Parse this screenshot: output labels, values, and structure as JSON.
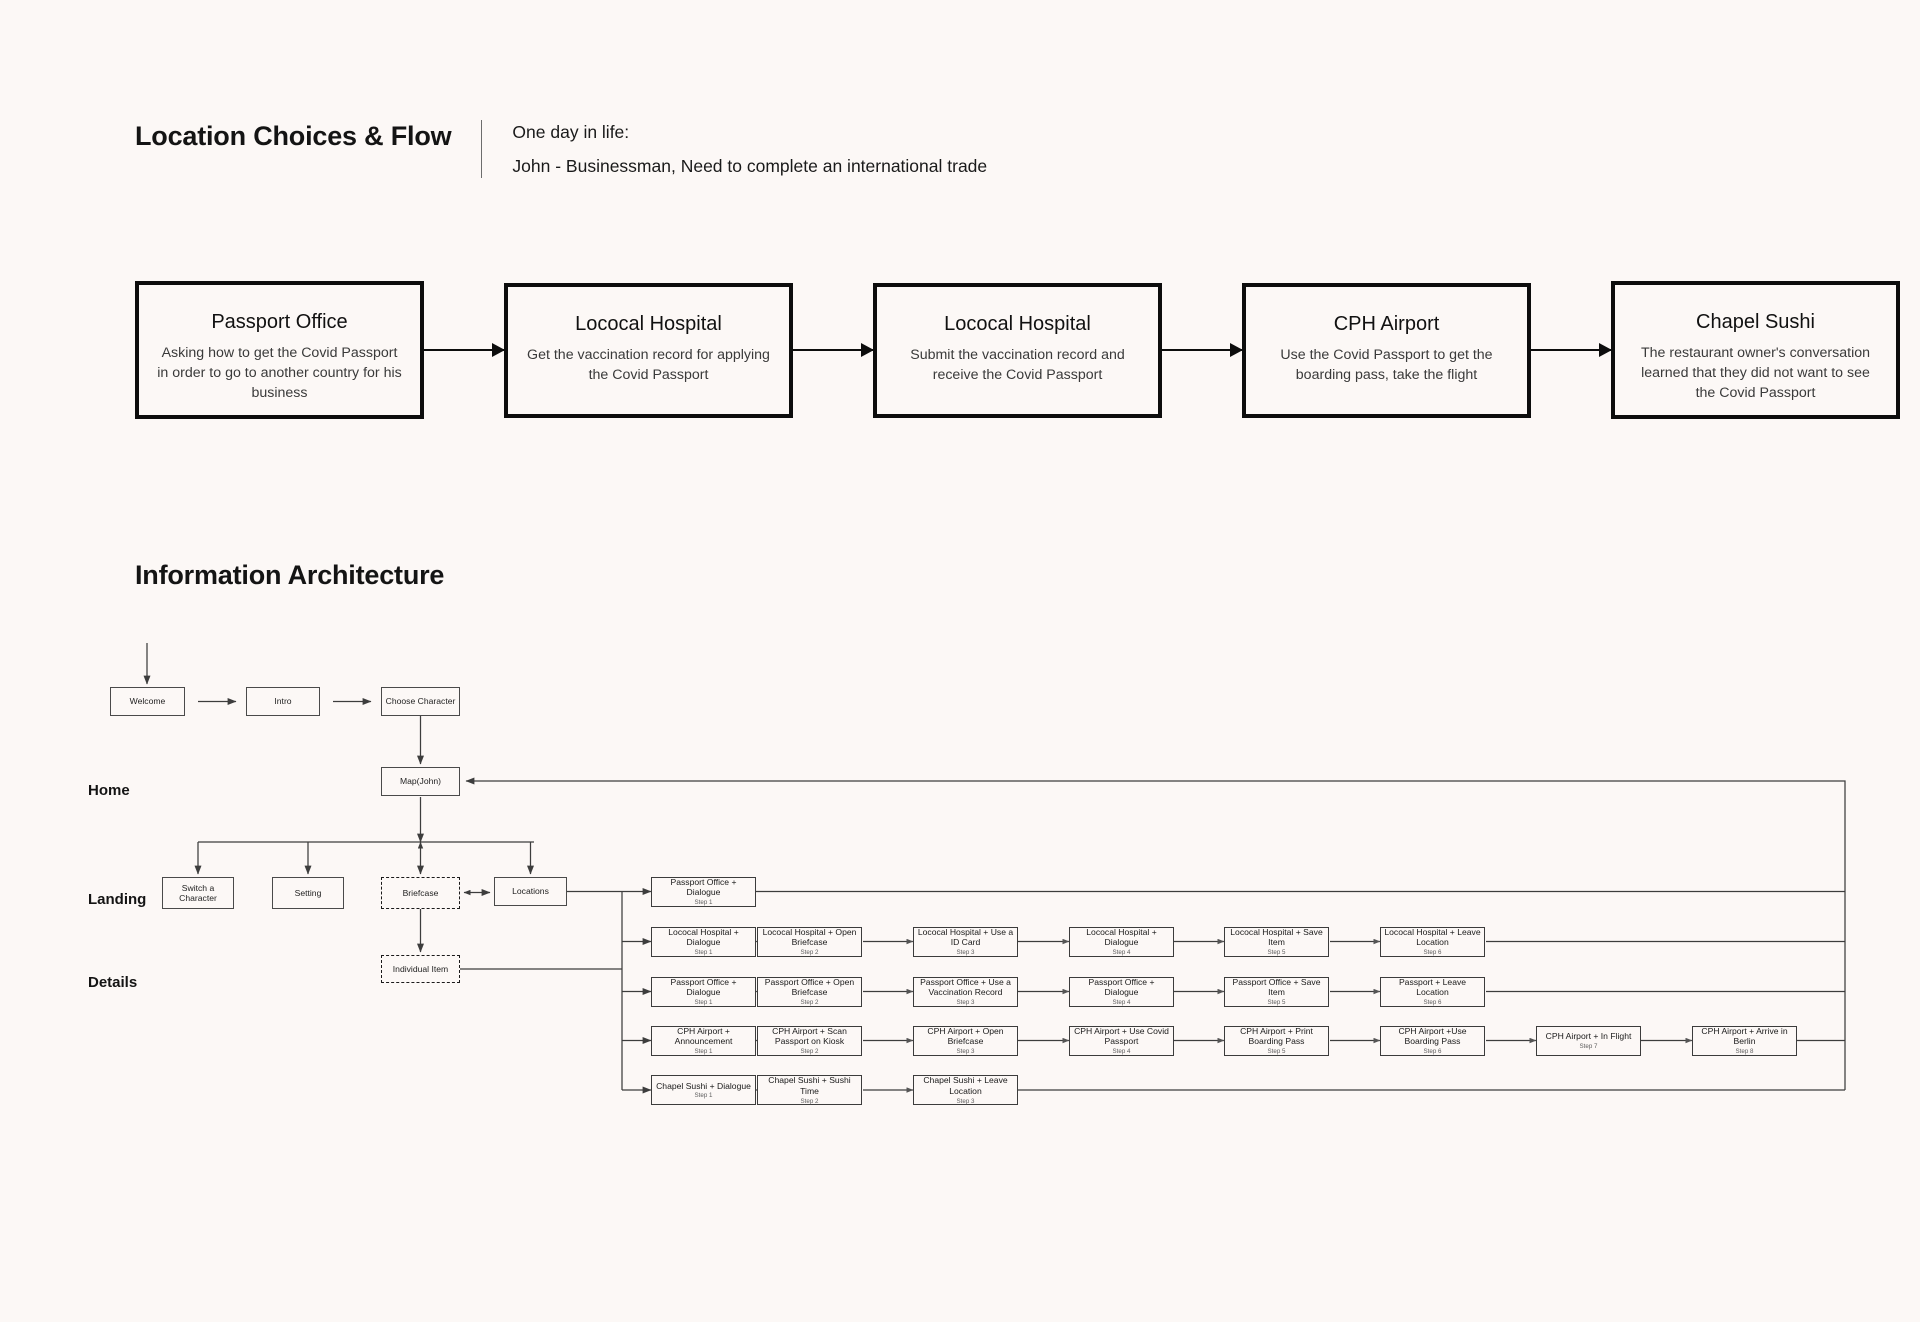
{
  "section1": {
    "title": "Location Choices & Flow",
    "persona": {
      "line1": "One day in life:",
      "line2": "John - Businessman, Need to complete an international trade"
    },
    "flow": [
      {
        "title": "Passport Office",
        "desc": "Asking how to get the Covid Passport in order to go to another country for his business"
      },
      {
        "title": "Lococal Hospital",
        "desc": "Get the vaccination record for applying the Covid Passport"
      },
      {
        "title": "Lococal Hospital",
        "desc": "Submit the vaccination record and receive the Covid Passport"
      },
      {
        "title": "CPH Airport",
        "desc": "Use the Covid Passport to get the boarding pass, take the flight"
      },
      {
        "title": "Chapel Sushi",
        "desc": "The restaurant owner's conversation learned that they did not want to see the Covid Passport"
      }
    ]
  },
  "section2": {
    "title": "Information Architecture",
    "row_labels": {
      "home": "Home",
      "landing": "Landing",
      "details": "Details"
    },
    "top_nodes": {
      "welcome": "Welcome",
      "intro": "Intro",
      "choose_character": "Choose Character",
      "map": "Map(John)"
    },
    "landing_nodes": {
      "switch_character": "Switch a Character",
      "setting": "Setting",
      "briefcase": "Briefcase",
      "locations": "Locations",
      "individual_item": "Individual Item"
    },
    "detail_rows": [
      {
        "name": "passport-office-intro",
        "steps": [
          {
            "label": "Passport Office + Dialogue",
            "step": "Step 1"
          }
        ]
      },
      {
        "name": "lococal-hospital-visit-1",
        "steps": [
          {
            "label": "Lococal Hospital + Dialogue",
            "step": "Step 1"
          },
          {
            "label": "Lococal Hospital + Open Briefcase",
            "step": "Step 2"
          },
          {
            "label": "Lococal Hospital + Use a ID Card",
            "step": "Step 3"
          },
          {
            "label": "Lococal Hospital + Dialogue",
            "step": "Step 4"
          },
          {
            "label": "Lococal Hospital + Save Item",
            "step": "Step 5"
          },
          {
            "label": "Lococal Hospital + Leave Location",
            "step": "Step 6"
          }
        ]
      },
      {
        "name": "passport-office-apply",
        "steps": [
          {
            "label": "Passport Office + Dialogue",
            "step": "Step 1"
          },
          {
            "label": "Passport Office + Open Briefcase",
            "step": "Step 2"
          },
          {
            "label": "Passport Office + Use a Vaccination Record",
            "step": "Step 3"
          },
          {
            "label": "Passport Office + Dialogue",
            "step": "Step 4"
          },
          {
            "label": "Passport Office + Save Item",
            "step": "Step 5"
          },
          {
            "label": "Passport  + Leave Location",
            "step": "Step 6"
          }
        ]
      },
      {
        "name": "cph-airport",
        "steps": [
          {
            "label": "CPH Airport + Announcement",
            "step": "Step 1"
          },
          {
            "label": "CPH Airport + Scan Passport on Kiosk",
            "step": "Step 2"
          },
          {
            "label": "CPH Airport + Open Briefcase",
            "step": "Step 3"
          },
          {
            "label": "CPH Airport + Use Covid Passport",
            "step": "Step 4"
          },
          {
            "label": "CPH Airport + Print Boarding Pass",
            "step": "Step 5"
          },
          {
            "label": "CPH Airport +Use Boarding Pass",
            "step": "Step 6"
          },
          {
            "label": "CPH Airport + In Flight",
            "step": "Step 7"
          },
          {
            "label": "CPH Airport + Arrive in Berlin",
            "step": "Step 8"
          }
        ]
      },
      {
        "name": "chapel-sushi",
        "steps": [
          {
            "label": "Chapel Sushi + Dialogue",
            "step": "Step 1"
          },
          {
            "label": "Chapel Sushi + Sushi Time",
            "step": "Step 2"
          },
          {
            "label": "Chapel Sushi + Leave Location",
            "step": "Step 3"
          }
        ]
      }
    ]
  },
  "colors": {
    "background": "#FCF8F6",
    "ink": "#0d0d0d",
    "line": "#4a4a4a"
  }
}
